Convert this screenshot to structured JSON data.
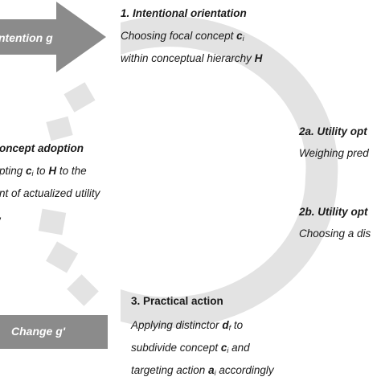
{
  "arrows": {
    "goal_label": "ntention g",
    "change_label": "Change g'"
  },
  "steps": {
    "s1": {
      "title": "1. Intentional orientation",
      "line1_pre": "Choosing focal concept ",
      "line1_var": "c",
      "line1_sub": "i",
      "line2_pre": "within conceptual hierarchy ",
      "line2_var": "H"
    },
    "s2a": {
      "title": "2a. Utility opt",
      "line1": "Weighing pred"
    },
    "s2b": {
      "title": "2b. Utility opt",
      "line1": "Choosing a dis"
    },
    "s3": {
      "title": "3. Practical action",
      "line1_pre": "Applying distinctor ",
      "line1_var": "d",
      "line1_sub": "f",
      "line1_post": " to",
      "line2_pre": "subdivide concept ",
      "line2_var": "c",
      "line2_sub": "i",
      "line2_post": " and",
      "line3_pre": "targeting action ",
      "line3_var": "a",
      "line3_sub": "i",
      "line3_post": " accordingly"
    },
    "s4": {
      "title": "oncept adoption",
      "line1_pre": "pting ",
      "line1_var1": "c",
      "line1_sub": "i",
      "line1_mid": " to ",
      "line1_var2": "H",
      "line1_post": " to the",
      "line2": "nt of actualized utility",
      "line3": ","
    }
  },
  "colors": {
    "cycle": "#e3e3e3",
    "arrow": "#8b8b8b",
    "text": "#1a1a1a"
  }
}
